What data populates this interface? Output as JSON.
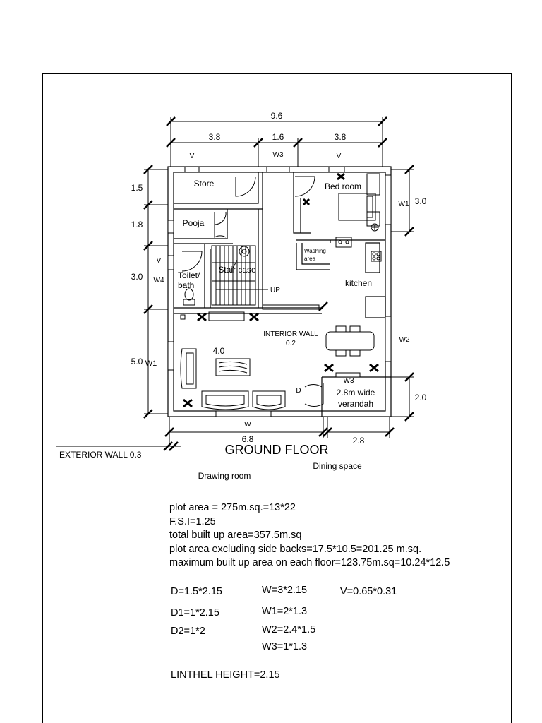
{
  "plan": {
    "title": "GROUND FLOOR",
    "dims": {
      "total_width": "9.6",
      "seg_left": "3.8",
      "seg_mid": "1.6",
      "seg_right": "3.8",
      "left_1": "1.5",
      "left_2": "1.8",
      "left_3": "3.0",
      "left_4": "5.0",
      "right_top": "3.0",
      "right_bottom": "2.0",
      "bottom_left": "6.8",
      "bottom_right": "2.8",
      "drawing_width": "4.0"
    },
    "rooms": {
      "store": "Store",
      "pooja": "Pooja",
      "toilet_1": "Toilet/",
      "toilet_2": "bath",
      "staircase": "Stair case",
      "up": "UP",
      "bedroom": "Bed room",
      "washing_1": "Washing",
      "washing_2": "area",
      "kitchen": "kitchen",
      "interior_wall": "INTERIOR WALL",
      "interior_wall_val": "0.2",
      "verandah_1": "2.8m wide",
      "verandah_2": "verandah"
    },
    "openings": {
      "v_left": "V",
      "w3_top": "W3",
      "v_right": "V",
      "v_side": "V",
      "w4": "W4",
      "w1_left": "W1",
      "w1_right": "W1",
      "w2": "W2",
      "w3_bottom": "W3",
      "d": "D",
      "w_bottom": "W"
    },
    "labels": {
      "exterior_wall": "EXTERIOR WALL 0.3",
      "dining_space": "Dining space",
      "drawing_room": "Drawing room"
    }
  },
  "notes": [
    "plot area = 275m.sq.=13*22",
    "F.S.I=1.25",
    "total built up area=357.5m.sq",
    "plot area excluding side backs=17.5*10.5=201.25 m.sq.",
    "maximum built up area on each floor=123.75m.sq=10.24*12.5"
  ],
  "specs": {
    "d": "D=1.5*2.15",
    "w": "W=3*2.15",
    "v": "V=0.65*0.31",
    "d1": "D1=1*2.15",
    "w1": "W1=2*1.3",
    "d2": "D2=1*2",
    "w2": "W2=2.4*1.5",
    "w3": "W3=1*1.3",
    "lintel": "LINTHEL HEIGHT=2.15"
  }
}
